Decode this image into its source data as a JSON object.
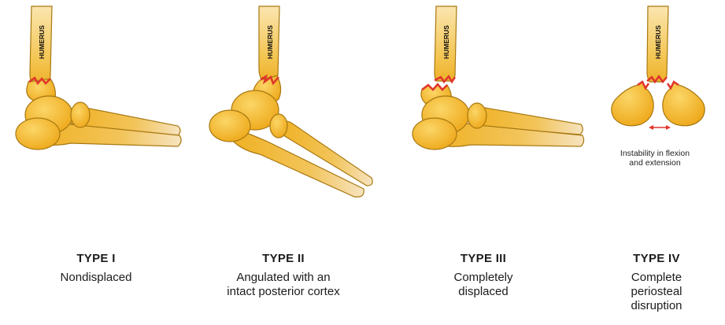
{
  "bone_label": "HUMERUS",
  "colors": {
    "bone": "#f1b120",
    "bone_light": "#f9d564",
    "shaft": "#f2c24a",
    "outline": "#a87912",
    "fracture": "#e0352a"
  },
  "panels": [
    {
      "id": "type-1",
      "title": "TYPE I",
      "description": "Nondisplaced"
    },
    {
      "id": "type-2",
      "title": "TYPE II",
      "description": "Angulated with an\nintact posterior cortex"
    },
    {
      "id": "type-3",
      "title": "TYPE III",
      "description": "Completely\ndisplaced"
    },
    {
      "id": "type-4",
      "title": "TYPE IV",
      "description": "Complete\nperiosteal\ndisruption",
      "note": "Instability in flexion\nand extension"
    }
  ]
}
